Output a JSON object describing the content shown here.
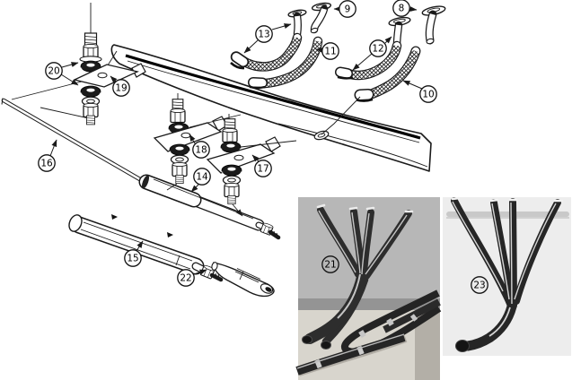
{
  "figure": {
    "kind": "exploded-parts-diagram",
    "background": "#ffffff",
    "line_color": "#1a1a1a"
  },
  "callout_labels": [
    "8",
    "9",
    "10",
    "11",
    "12",
    "13",
    "14",
    "15",
    "16",
    "17",
    "18",
    "19",
    "20",
    "21",
    "22",
    "23"
  ],
  "photos": {
    "left": {
      "label": "21",
      "wall_color": "#b7b7b7",
      "floor_color": "#d8d5cd",
      "band_color": "#949494"
    },
    "right": {
      "label": "23",
      "background_color": "#ededed",
      "hanger_color": "#c9c9c9"
    }
  }
}
